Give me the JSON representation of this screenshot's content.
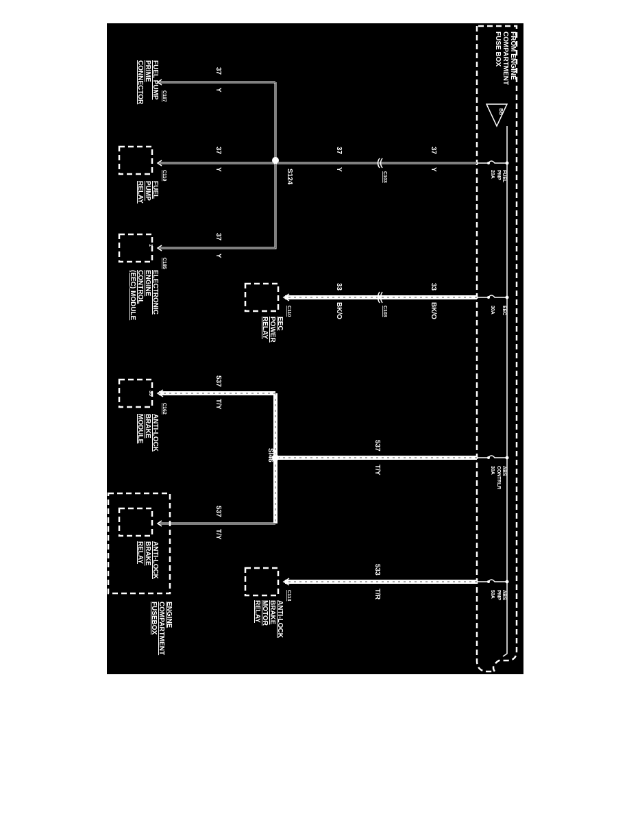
{
  "diagram": {
    "source_box": {
      "title_lines": [
        "FROM ENGINE",
        "COMPARTMENT",
        "FUSE BOX"
      ],
      "tag": "BB"
    },
    "fuses": [
      {
        "id": "fuel-pump",
        "name_lines": [
          "FUEL",
          "PMP"
        ],
        "rating": "20A"
      },
      {
        "id": "eec",
        "name_lines": [
          "EEC"
        ],
        "rating": "30A"
      },
      {
        "id": "abs-cntrlr",
        "name_lines": [
          "ABS",
          "CONTRLR"
        ],
        "rating": "30A"
      },
      {
        "id": "abs-pmp",
        "name_lines": [
          "ABS",
          "PMP"
        ],
        "rating": "50A"
      }
    ],
    "wires": [
      {
        "id": "w-fuelpump-upper",
        "circuit": "37",
        "color": "Y"
      },
      {
        "id": "w-fuelpump-lower",
        "circuit": "37",
        "color": "Y"
      },
      {
        "id": "w-fuelprime",
        "circuit": "37",
        "color": "Y"
      },
      {
        "id": "w-fuelrelay",
        "circuit": "37",
        "color": "Y"
      },
      {
        "id": "w-eec-module",
        "circuit": "37",
        "color": "Y"
      },
      {
        "id": "w-eec-upper",
        "circuit": "33",
        "color": "BK/O"
      },
      {
        "id": "w-eec-lower",
        "circuit": "33",
        "color": "BK/O"
      },
      {
        "id": "w-abs-main",
        "circuit": "537",
        "color": "T/Y"
      },
      {
        "id": "w-abs-module",
        "circuit": "537",
        "color": "T/Y"
      },
      {
        "id": "w-abs-relay",
        "circuit": "537",
        "color": "T/Y"
      },
      {
        "id": "w-abs-pump",
        "circuit": "533",
        "color": "T/R"
      }
    ],
    "connectors": [
      {
        "id": "c103-a",
        "label": "C103"
      },
      {
        "id": "c103-b",
        "label": "C103"
      }
    ],
    "splices": [
      {
        "id": "s124",
        "label": "S124"
      },
      {
        "id": "s146",
        "label": "SI46"
      }
    ],
    "components": [
      {
        "id": "fuel-pump-prime",
        "connector": "C187",
        "pin": "",
        "name_lines": [
          "FUEL PUMP",
          "PRIME",
          "CONNECTOR"
        ]
      },
      {
        "id": "fuel-pump-relay",
        "connector": "C110",
        "pin": "",
        "name_lines": [
          "FUEL",
          "PUMP",
          "RELAY"
        ]
      },
      {
        "id": "eec-module",
        "connector": "C185",
        "pin": "1",
        "name_lines": [
          "ELECTRONIC",
          "ENGINE",
          "CONTROL",
          "(EEC) MODULE"
        ]
      },
      {
        "id": "eec-power-relay",
        "connector": "C110",
        "pin": "",
        "name_lines": [
          "EEC",
          "POWER",
          "RELAY"
        ]
      },
      {
        "id": "abs-module",
        "connector": "C162",
        "pin": "35",
        "name_lines": [
          "ANTI-LOCK",
          "BRAKE",
          "MODULE"
        ]
      },
      {
        "id": "abs-relay",
        "connector": "",
        "pin": "",
        "name_lines": [
          "ANTI-LOCK",
          "BRAKE",
          "RELAY"
        ]
      },
      {
        "id": "abs-motor-relay",
        "connector": "C113",
        "pin": "",
        "name_lines": [
          "ANTI-LOCK",
          "BRAKE",
          "MOTOR",
          "RELAY"
        ]
      }
    ],
    "fusebox_label_lines": [
      "ENGINE",
      "COMPARTMENT",
      "FUSEBOX"
    ]
  }
}
